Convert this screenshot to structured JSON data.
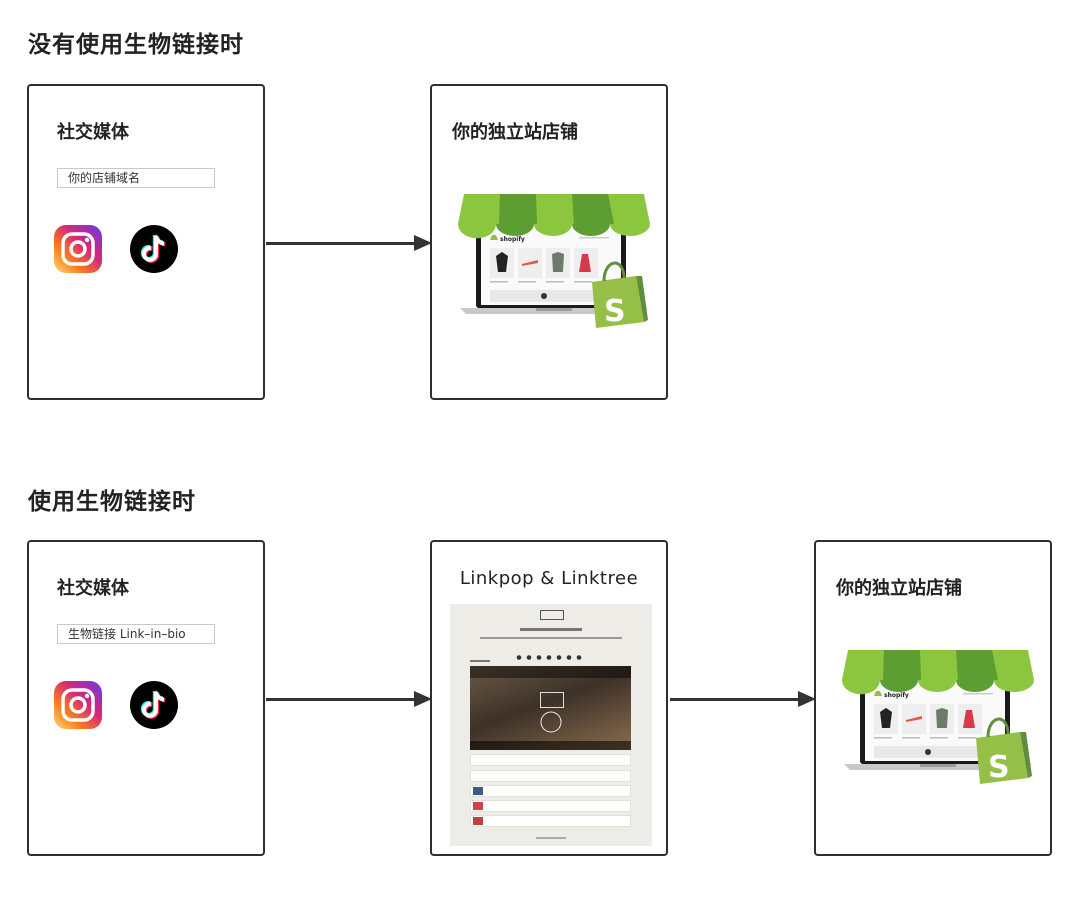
{
  "sections": {
    "without": {
      "title": "没有使用生物链接时"
    },
    "with": {
      "title": "使用生物链接时"
    }
  },
  "social_box": {
    "title": "社交媒体",
    "url_without": "你的店铺域名",
    "url_with": "生物链接 Link–in–bio",
    "icons": [
      "instagram-icon",
      "tiktok-icon"
    ]
  },
  "store_box": {
    "title": "你的独立站店铺"
  },
  "linkpop_box": {
    "title": "Linkpop & Linktree"
  },
  "shop_graphic": {
    "brand": "shopify",
    "logo_letter": "S"
  },
  "colors": {
    "awning_light": "#8cc63f",
    "awning_dark": "#5c9e31",
    "shopify_bag": "#95bf47",
    "shopify_bag_dark": "#5e8e3e",
    "border": "#2e2e2e",
    "arrow": "#333333"
  }
}
